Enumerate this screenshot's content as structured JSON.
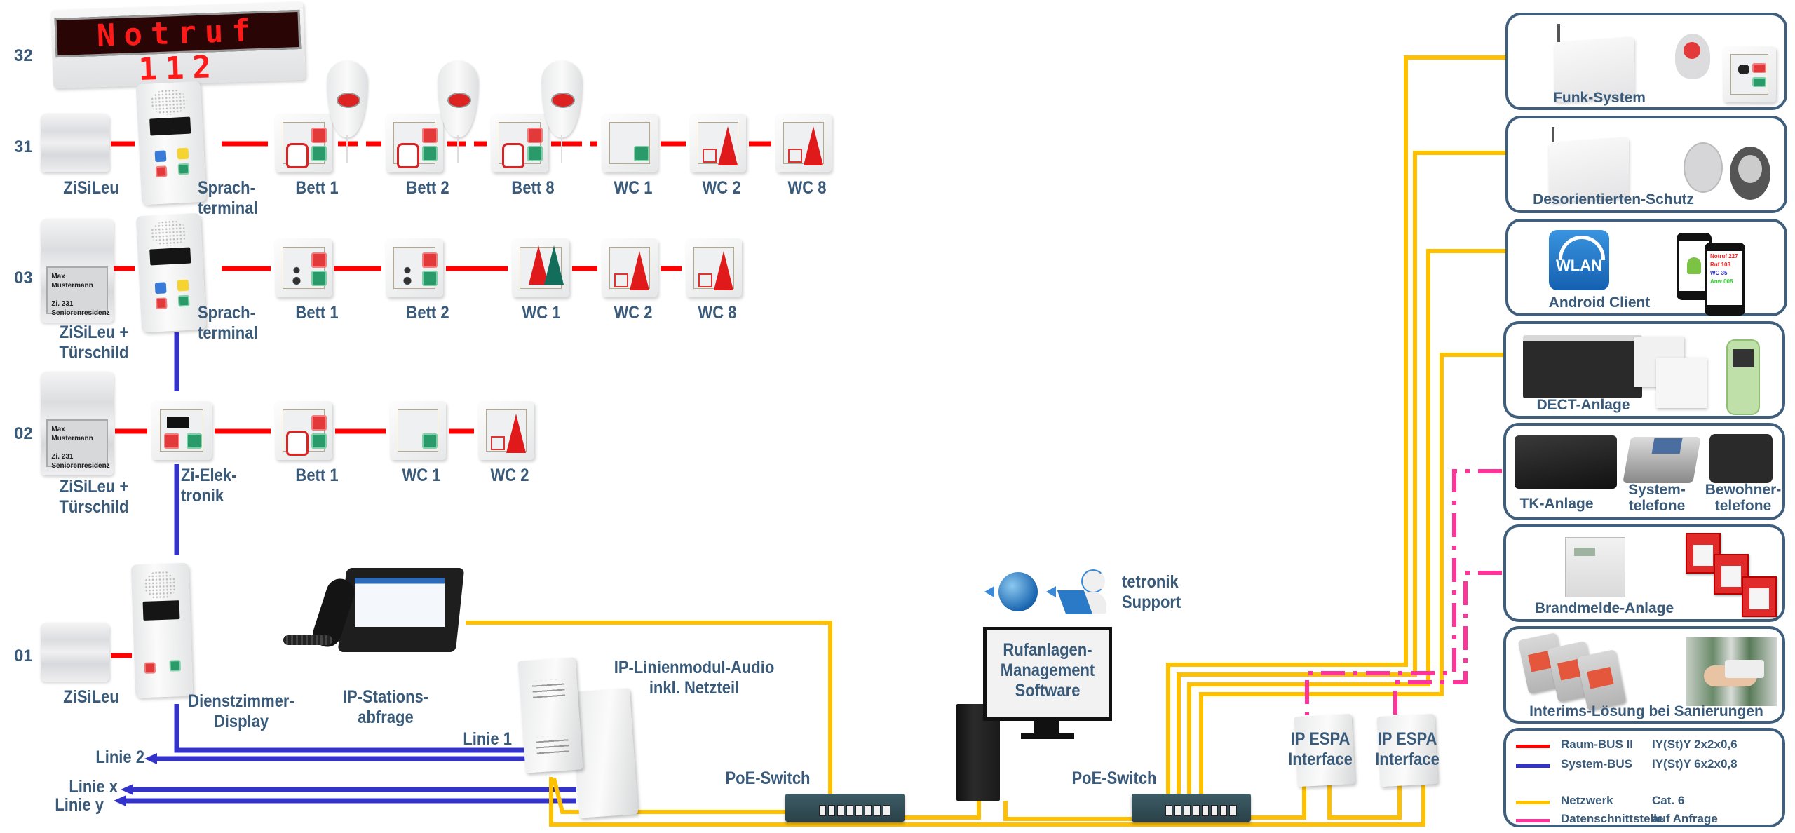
{
  "line_numbers": [
    "32",
    "31",
    "03",
    "02",
    "01"
  ],
  "display_32": {
    "text": "Notruf 112"
  },
  "line31": {
    "devices": [
      "ZiSiLeu",
      "Sprach-\nterminal",
      "Bett 1",
      "Bett 2",
      "Bett 8",
      "WC 1",
      "WC 2",
      "WC 8"
    ]
  },
  "line03": {
    "devices": [
      "ZiSiLeu +\nTürschild",
      "Sprach-\nterminal",
      "Bett 1",
      "Bett 2",
      "WC 1",
      "WC 2",
      "WC 8"
    ],
    "nameplate": "Max\nMustermann\n\nZi. 231\nSeniorenresidenz"
  },
  "line02": {
    "devices": [
      "ZiSiLeu +\nTürschild",
      "Zi-Elek-\ntronik",
      "Bett 1",
      "WC 1",
      "WC 2"
    ],
    "nameplate": "Max\nMustermann\n\nZi. 231\nSeniorenresidenz"
  },
  "line01": {
    "devices": [
      "ZiSiLeu",
      "Dienstzimmer-\nDisplay",
      "IP-Stations-\nabfrage"
    ]
  },
  "bus_labels": {
    "linie1": "Linie 1",
    "linie2": "Linie 2",
    "liniex": "Linie x",
    "liniey": "Linie y"
  },
  "central": {
    "ip_linienmodul": "IP-Linienmodul-Audio\ninkl. Netzteil",
    "poe_switch_1": "PoE-Switch",
    "poe_switch_2": "PoE-Switch",
    "management_software": "Rufanlagen-\nManagement\nSoftware",
    "support": "tetronik\nSupport",
    "espa_1": "IP ESPA\nInterface",
    "espa_2": "IP ESPA\nInterface"
  },
  "right_panel": {
    "boxes": [
      {
        "label": "Funk-System"
      },
      {
        "label": "Desorientierten-Schutz"
      },
      {
        "label": "Android Client",
        "wlan_icon_text": "WLAN",
        "phone_screen": [
          {
            "text": "Notruf 227",
            "color": "#ff2020"
          },
          {
            "text": "Ruf     103",
            "color": "#ff2020"
          },
          {
            "text": "WC       35",
            "color": "#3030c0"
          },
          {
            "text": "Anw     008",
            "color": "#30d030"
          }
        ]
      },
      {
        "label": "DECT-Anlage"
      },
      {
        "label": "TK-Anlage",
        "sub_labels": [
          "System-\ntelefone",
          "Bewohner-\ntelefone"
        ]
      },
      {
        "label": "Brandmelde-Anlage"
      },
      {
        "label": "Interims-Lösung bei Sanierungen"
      }
    ]
  },
  "legend": {
    "items": [
      {
        "name": "Raum-BUS II",
        "spec": "IY(St)Y 2x2x0,6",
        "color": "#ff0000"
      },
      {
        "name": "System-BUS",
        "spec": "IY(St)Y 6x2x0,8",
        "color": "#3333cc"
      },
      {
        "name": "Netzwerk",
        "spec": "Cat. 6",
        "color": "#ffc000"
      },
      {
        "name": "Datenschnittstelle",
        "spec": "auf Anfrage",
        "color": "#ff3399"
      }
    ]
  },
  "colors": {
    "raum_bus": "#ff0000",
    "system_bus": "#3333cc",
    "netzwerk": "#ffc000",
    "daten": "#ff3399",
    "label_text": "#3a5a7a",
    "box_border": "#3f5f7d"
  }
}
